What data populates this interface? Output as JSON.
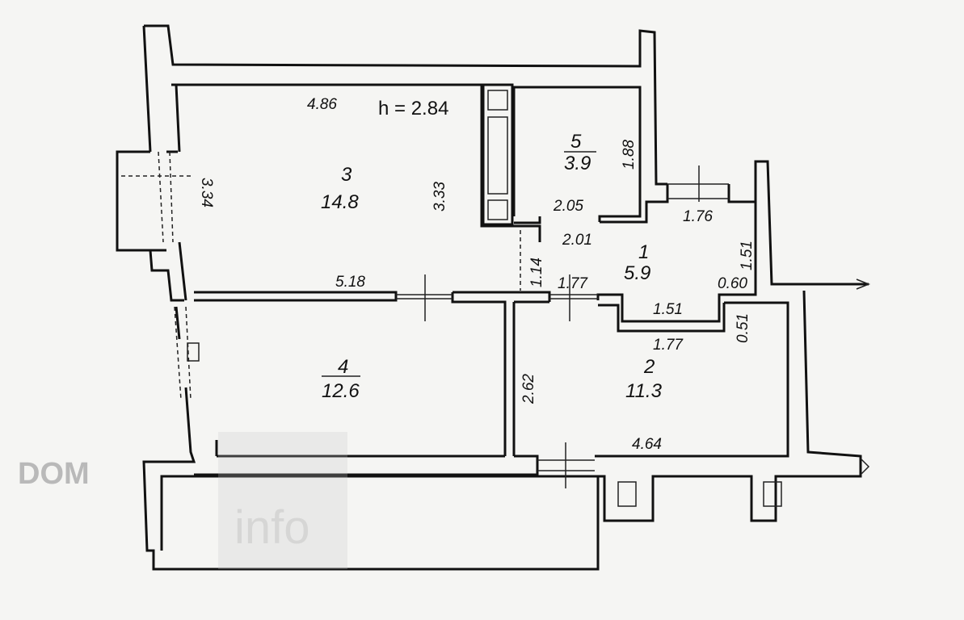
{
  "plan": {
    "ceiling_height": "h = 2.84",
    "rooms": [
      {
        "number": "1",
        "area": "5.9"
      },
      {
        "number": "2",
        "area": "11.3"
      },
      {
        "number": "3",
        "area": "14.8"
      },
      {
        "number": "4",
        "area": "12.6"
      },
      {
        "number": "5",
        "area": "3.9"
      }
    ],
    "dimensions": {
      "top_room3": "4.86",
      "room3_height_left": "3.34",
      "room3_height_right": "3.33",
      "room5_height": "1.88",
      "room5_width": "2.05",
      "corridor_top": "2.01",
      "corridor_door": "1.76",
      "corridor_right": "1.51",
      "corridor_left": "1.14",
      "corridor_bottom_left": "1.77",
      "niche_width": "1.51",
      "niche_offset": "0.60",
      "niche_depth": "0.51",
      "room2_top": "1.77",
      "room4_top": "5.18",
      "room2_left": "2.62",
      "room2_bottom": "4.64"
    }
  },
  "watermark": {
    "brand_top": "DOM",
    "brand_bottom": "info"
  }
}
